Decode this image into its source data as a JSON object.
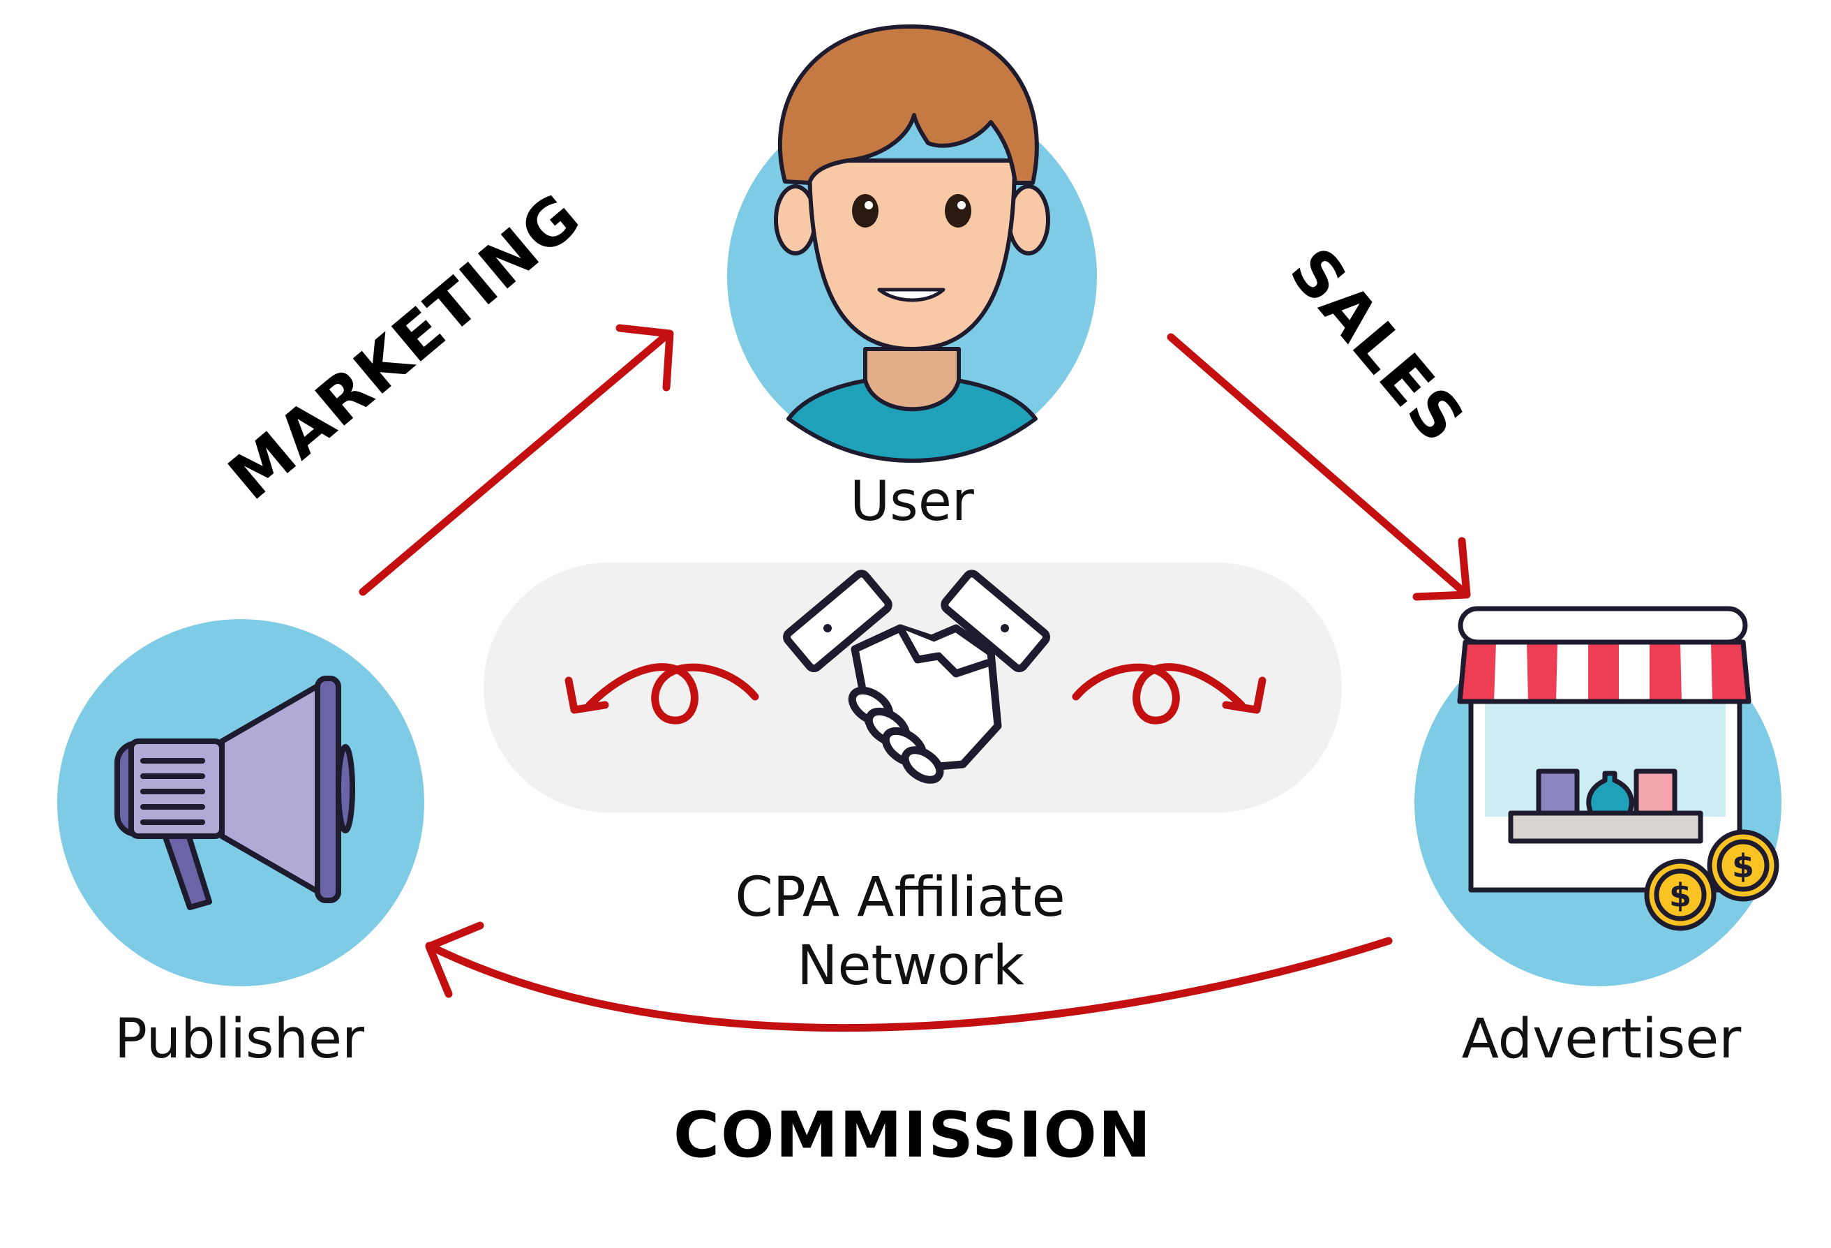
{
  "nodes": {
    "user": {
      "label": "User"
    },
    "publisher": {
      "label": "Publisher"
    },
    "advertiser": {
      "label": "Advertiser"
    },
    "network": {
      "line1": "CPA Affiliate",
      "line2": "Network"
    }
  },
  "flows": {
    "marketing": "MARKETING",
    "sales": "SALES",
    "commission": "COMMISSION"
  },
  "icons": {
    "user": "user-avatar-icon",
    "publisher": "megaphone-icon",
    "advertiser": "storefront-icon",
    "network": "handshake-icon",
    "coin": "dollar-coin-icon"
  },
  "colors": {
    "circle": "#7ECBE5",
    "arrow": "#C30F0F",
    "network_bg": "#F1F1F1",
    "hair": "#C57A43",
    "skin": "#F8C9A6",
    "shirt": "#1FA2B9",
    "megaphone": "#B0AAD6",
    "megaphone_dark": "#6B65A8",
    "awning_red": "#EE3E55",
    "coin": "#F8C323"
  }
}
